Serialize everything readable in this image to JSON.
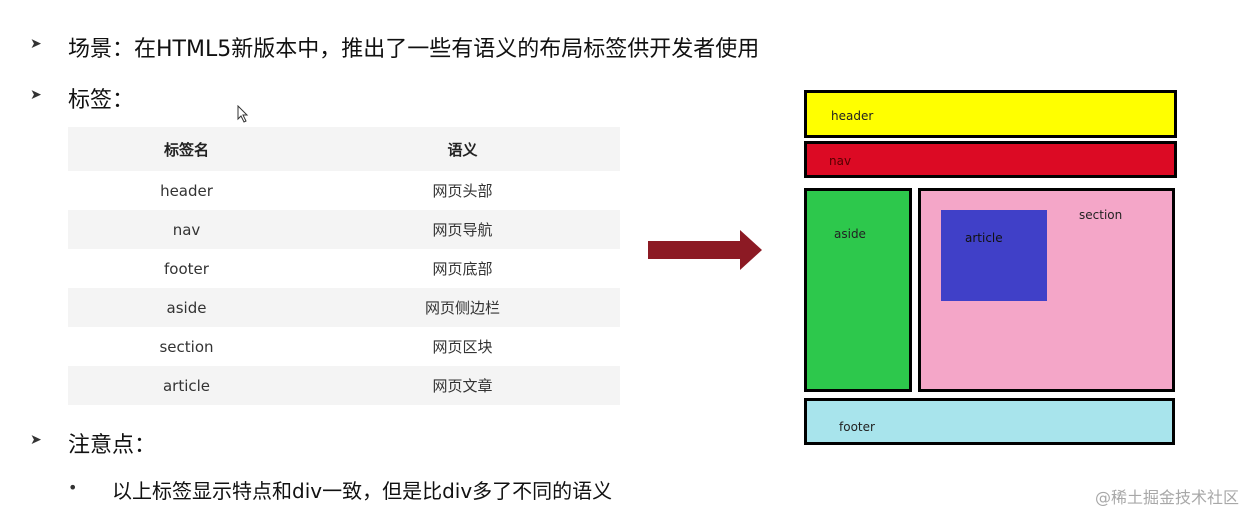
{
  "line1": "场景：在HTML5新版本中，推出了一些有语义的布局标签供开发者使用",
  "line2": "标签：",
  "line3": "注意点：",
  "line4": "以上标签显示特点和div一致，但是比div多了不同的语义",
  "table": {
    "headers": [
      "标签名",
      "语义"
    ],
    "rows": [
      [
        "header",
        "网页头部"
      ],
      [
        "nav",
        "网页导航"
      ],
      [
        "footer",
        "网页底部"
      ],
      [
        "aside",
        "网页侧边栏"
      ],
      [
        "section",
        "网页区块"
      ],
      [
        "article",
        "网页文章"
      ]
    ]
  },
  "diagram": {
    "header": "header",
    "nav": "nav",
    "aside": "aside",
    "section": "section",
    "article": "article",
    "footer": "footer"
  },
  "watermark": "@稀土掘金技术社区",
  "colors": {
    "header": "#ffff00",
    "nav": "#dc0a24",
    "aside": "#2dc84c",
    "section": "#f4a6c8",
    "article": "#4040c8",
    "footer": "#a8e4ec",
    "arrow": "#8c1a24"
  }
}
